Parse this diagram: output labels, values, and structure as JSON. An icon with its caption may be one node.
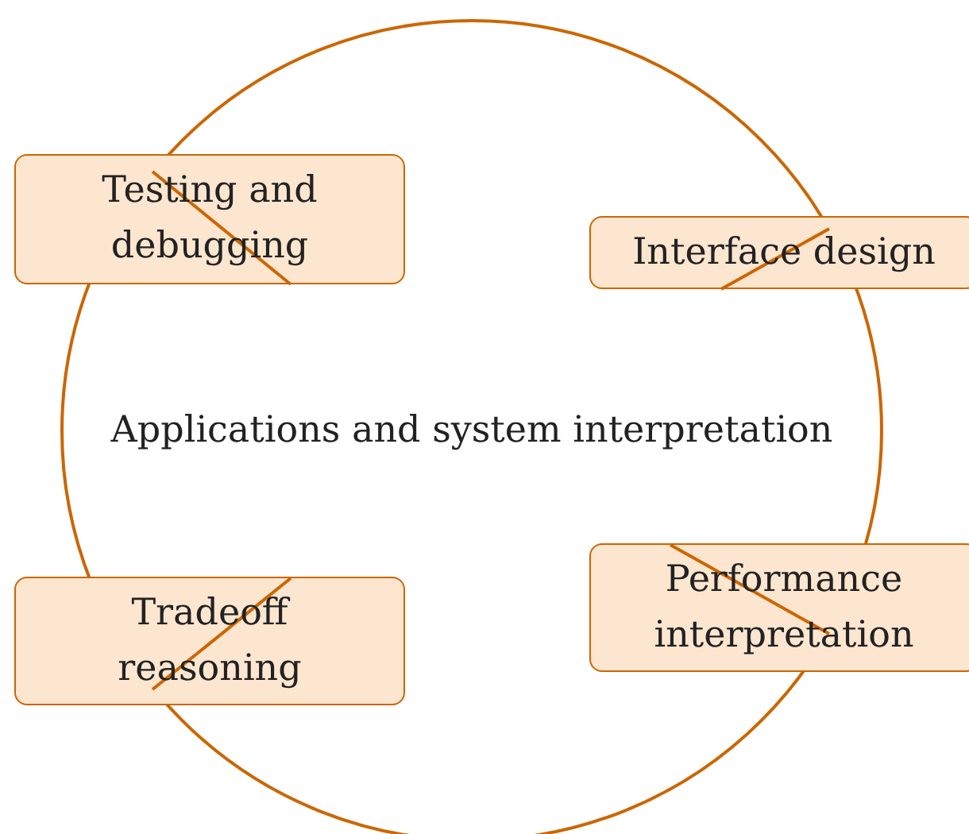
{
  "diagram": {
    "nodes": [
      {
        "text": [
          "Applications and system interpretation"
        ]
      },
      {
        "text": [
          "Testing and debugging"
        ]
      },
      {
        "text": [
          "Interface design"
        ]
      },
      {
        "text": [
          "Tradeoff reasoning"
        ]
      },
      {
        "text": [
          "Performance interpretation"
        ]
      }
    ]
  }
}
